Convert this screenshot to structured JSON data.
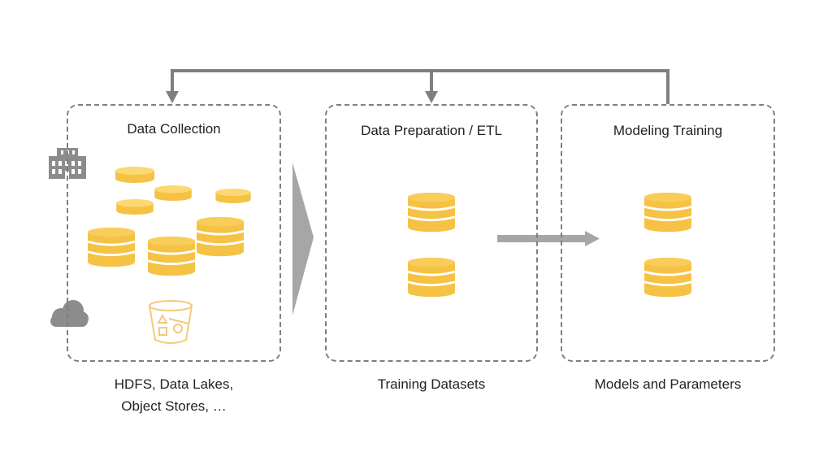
{
  "stages": [
    {
      "title": "Data Collection",
      "caption_lines": [
        "HDFS, Data Lakes,",
        "Object Stores, …"
      ]
    },
    {
      "title": "Data Preparation / ETL",
      "caption_lines": [
        "Training Datasets"
      ]
    },
    {
      "title": "Modeling Training",
      "caption_lines": [
        "Models and Parameters"
      ]
    }
  ],
  "icons": {
    "side_top": "building-icon",
    "side_bottom": "cloud-icon",
    "bucket": "bucket-icon",
    "database": "database-icon"
  },
  "colors": {
    "database": "#f6c244",
    "database_band": "#ffffff",
    "arrow": "#a6a6a6",
    "feedback_line": "#7f7f7f",
    "box_border": "#7f7f7f",
    "bucket": "#f3c97a",
    "side_icon": "#8c8c8c"
  }
}
